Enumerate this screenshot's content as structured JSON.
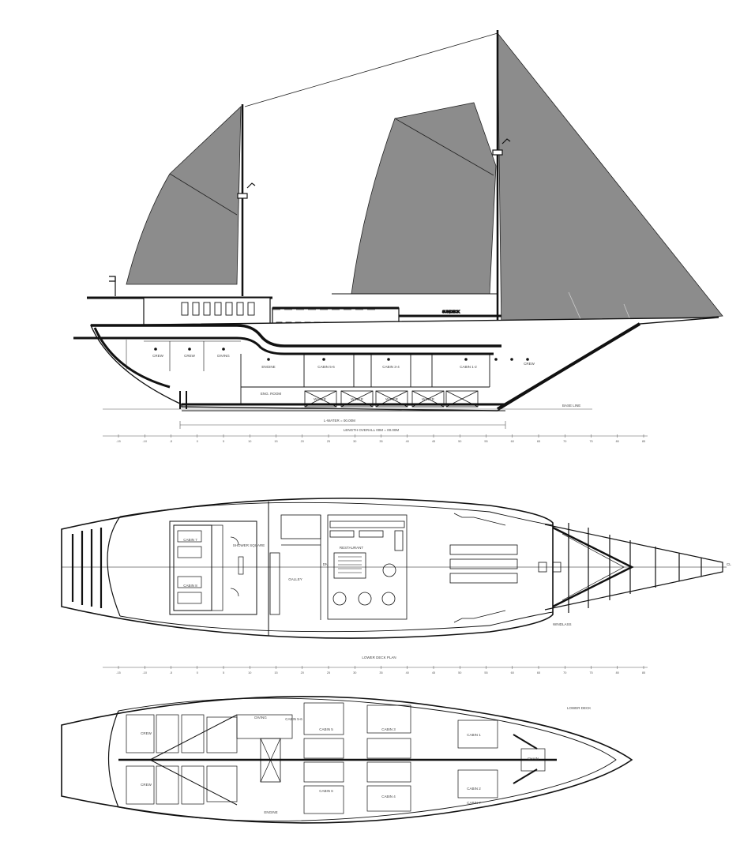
{
  "colors": {
    "sail": "#8c8c8c",
    "line": "#111111",
    "background": "#ffffff",
    "thin": "#444444"
  },
  "profile": {
    "hull_labels": [
      "CREW",
      "CREW",
      "DIVING",
      "ENGINE",
      "CABIN 5-6",
      "CABIN 3-4",
      "CABIN 1-2",
      "CREW"
    ],
    "tank_labels": [
      "WATER",
      "WATER",
      "WATER",
      "WATER"
    ],
    "engine_room_label": "ENG. ROOM",
    "base_line_label": "BASE LINE",
    "upper_deck_label": "SUNDECK",
    "dim_label_1": "L-WATER = 00.00M",
    "dim_label_2": "LENGTH OVERALL 00M = 00.00M",
    "ruler_ticks": [
      "-15",
      "-10",
      "-5",
      "0",
      "5",
      "10",
      "15",
      "20",
      "25",
      "30",
      "35",
      "40",
      "45",
      "50",
      "55",
      "60",
      "65",
      "70",
      "75",
      "80",
      "85"
    ]
  },
  "main_deck": {
    "labels": {
      "cabin_top": "CABIN 7",
      "cabin_bottom": "CABIN 8",
      "shower": "SHOWER SQUARE",
      "restaurant": "RESTAURANT",
      "galley": "GALLEY",
      "dn": "DN",
      "windlass": "WINDLASS",
      "cl": "CL"
    },
    "caption": "LOWER DECK PLAN",
    "ruler_ticks": [
      "-15",
      "-10",
      "-5",
      "0",
      "5",
      "10",
      "15",
      "20",
      "25",
      "30",
      "35",
      "40",
      "45",
      "50",
      "55",
      "60",
      "65",
      "70",
      "75",
      "80",
      "85"
    ]
  },
  "lower_deck": {
    "header": "LOWER DECK",
    "labels": [
      "CREW",
      "CREW",
      "DIVING",
      "CABIN 5-6",
      "CABIN 5",
      "CABIN 3",
      "CABIN 1",
      "CABIN 6",
      "CABIN 4",
      "CABIN 2",
      "CABIN 7",
      "CHAIN",
      "ENGINE"
    ]
  }
}
